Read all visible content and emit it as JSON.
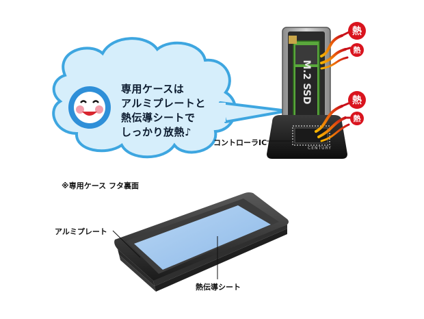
{
  "bubble": {
    "lines": [
      "専用ケースは",
      "アルミプレートと",
      "熱伝導シートで",
      "しっかり放熱♪"
    ]
  },
  "device": {
    "ssd_label": "M.2 SSD",
    "brand": "CENTURY",
    "controller_label": "コントローラIC"
  },
  "heat_badges": [
    "熱",
    "熱",
    "熱",
    "熱"
  ],
  "case_section": {
    "title": "※専用ケース フタ裏面",
    "aluminum_plate_label": "アルミプレート",
    "thermal_sheet_label": "熱伝導シート"
  },
  "colors": {
    "heat_red": "#d9141e",
    "bubble_fill": "#d6eefb",
    "bubble_stroke": "#3ea6e0",
    "face_blue": "#2f8fd8",
    "sheet_blue": "#9fc6ee",
    "ssd_green": "#5aa83c"
  }
}
